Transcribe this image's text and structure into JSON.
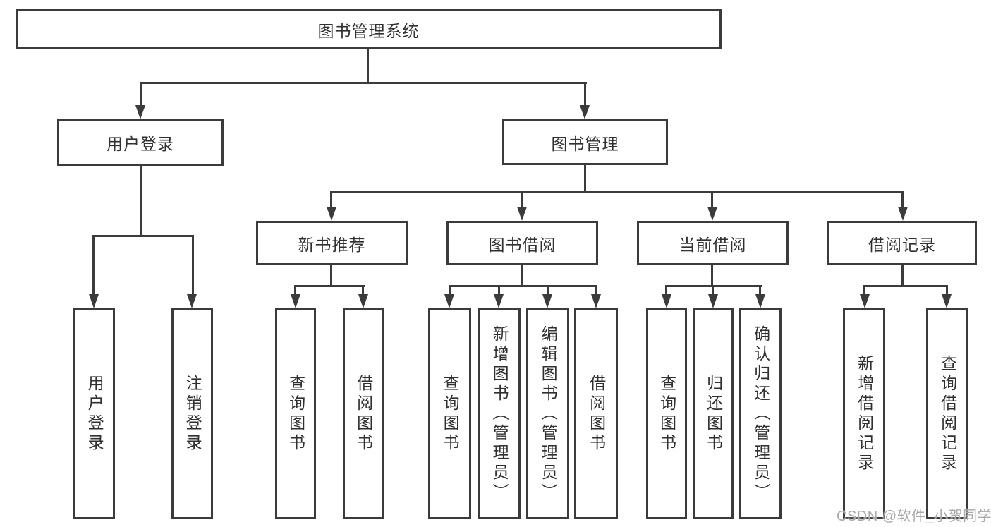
{
  "diagram": {
    "title": "图书管理系统",
    "nodes": {
      "root": {
        "label": "图书管理系统"
      },
      "user_login": {
        "label": "用户登录"
      },
      "book_mgmt": {
        "label": "图书管理"
      },
      "new_book_rec": {
        "label": "新书推荐"
      },
      "book_borrow": {
        "label": "图书借阅"
      },
      "current_borrow": {
        "label": "当前借阅"
      },
      "borrow_records": {
        "label": "借阅记录"
      },
      "ul_login": {
        "label": "用户登录"
      },
      "ul_logout": {
        "label": "注销登录"
      },
      "nb_query": {
        "label": "查询图书"
      },
      "nb_borrow": {
        "label": "借阅图书"
      },
      "bb_query": {
        "label": "查询图书"
      },
      "bb_add": {
        "label": "新增图书（管理员）"
      },
      "bb_edit": {
        "label": "编辑图书（管理员）"
      },
      "bb_borrow": {
        "label": "借阅图书"
      },
      "cb_query": {
        "label": "查询图书"
      },
      "cb_return": {
        "label": "归还图书"
      },
      "cb_confirm": {
        "label": "确认归还（管理员）"
      },
      "br_add": {
        "label": "新增借阅记录"
      },
      "br_query": {
        "label": "查询借阅记录"
      }
    },
    "structure": {
      "图书管理系统": {
        "用户登录": [
          "用户登录",
          "注销登录"
        ],
        "图书管理": {
          "新书推荐": [
            "查询图书",
            "借阅图书"
          ],
          "图书借阅": [
            "查询图书",
            "新增图书（管理员）",
            "编辑图书（管理员）",
            "借阅图书"
          ],
          "当前借阅": [
            "查询图书",
            "归还图书",
            "确认归还（管理员）"
          ],
          "借阅记录": [
            "新增借阅记录",
            "查询借阅记录"
          ]
        }
      }
    }
  },
  "watermark": {
    "text": "CSDN @软件_小贺同学"
  },
  "colors": {
    "line": "#3b3b3b",
    "text": "#303030",
    "background": "#ffffff",
    "watermark_text": "#a9a9a9"
  }
}
